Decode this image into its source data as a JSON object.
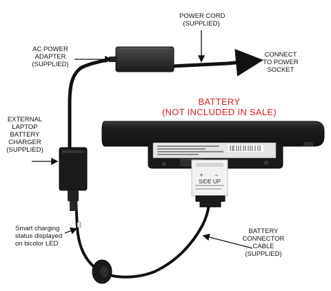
{
  "labels": {
    "power_cord": [
      "POWER CORD",
      "(SUPPLIED)"
    ],
    "ac_adapter": [
      "AC POWER",
      "ADAPTER",
      "(SUPPLIED)"
    ],
    "connect": [
      "CONNECT",
      "TO POWER",
      "SOCKET"
    ],
    "battery": [
      "BATTERY",
      "(NOT INCLUDED IN SALE)"
    ],
    "charger": [
      "EXTERNAL",
      "LAPTOP",
      "BATTERY",
      "CHARGER",
      "(SUPPLIED)"
    ],
    "led": [
      "Smart charging",
      "status displayed",
      "on bicolor LED"
    ],
    "cable": [
      "BATTERY",
      "CONNECTOR",
      "CABLE",
      "(SUPPLIED)"
    ]
  },
  "connector": {
    "polarity_plus": "+",
    "polarity_minus": "−",
    "side_up": "SIDE UP"
  },
  "colors": {
    "annotation_text": "#111111",
    "battery_note": "#e0201a",
    "device_body": "#2a2a2a",
    "cable": "#111111",
    "connector_label": "#f2f2f2"
  }
}
